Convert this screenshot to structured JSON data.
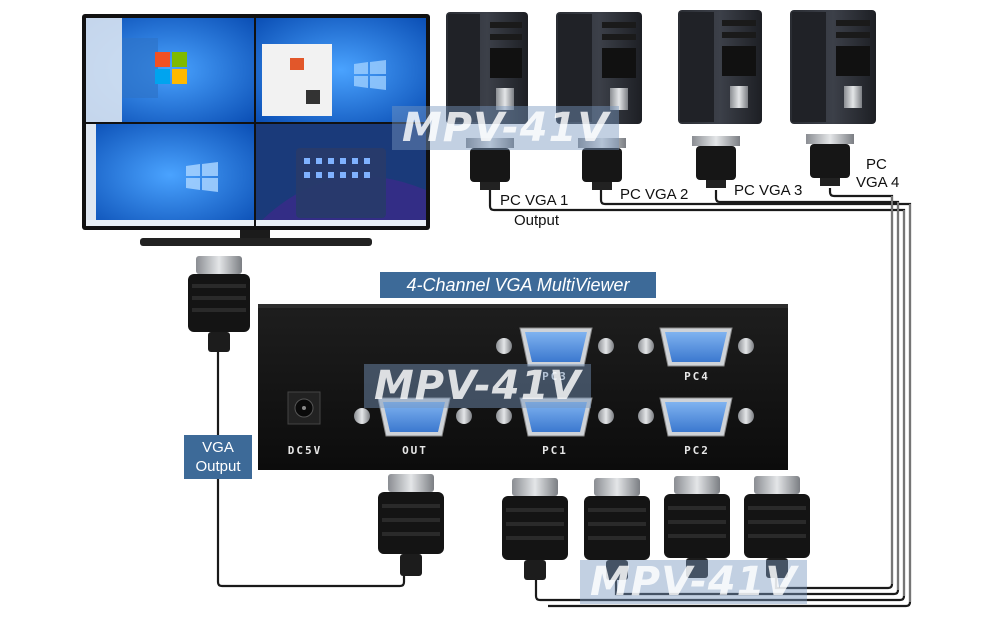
{
  "diagram": {
    "title": "4-Channel VGA MultiViewer",
    "watermark": "MPV-41V",
    "vga_output_label": "VGA\nOutput",
    "cable_labels": {
      "pc1": "PC VGA 1",
      "output": "Output",
      "pc2": "PC VGA 2",
      "pc3": "PC VGA 3",
      "pc4_line1": "PC",
      "pc4_line2": "VGA 4"
    },
    "device_ports": {
      "dc": "DC5V",
      "out": "OUT",
      "pc1": "PC1",
      "pc2": "PC2",
      "pc3": "PC3",
      "pc4": "PC4"
    },
    "colors": {
      "tag_bg": "#3d6a98",
      "device_body": "#151515",
      "port_blue": "#4a86d8",
      "monitor_blue": "#1f6fd1"
    }
  }
}
